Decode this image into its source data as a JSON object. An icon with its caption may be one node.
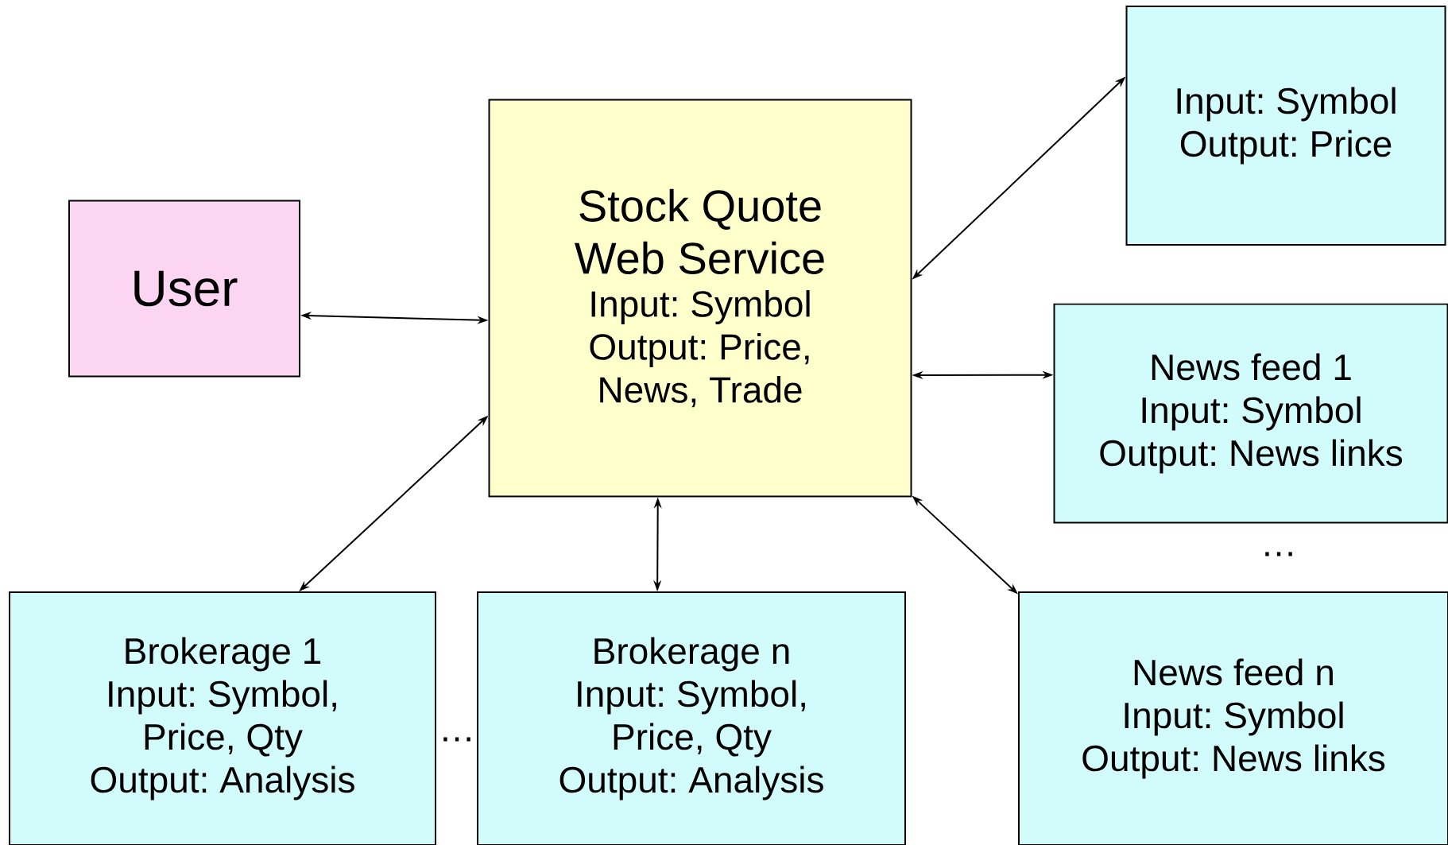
{
  "diagram": {
    "nodes": [
      {
        "text": [
          "User"
        ]
      },
      {
        "text": [
          "Stock Quote Web Service",
          "Input: Symbol",
          "Output: Price, News, Trade"
        ]
      },
      {
        "text": [
          "Input: Symbol",
          "Output: Price"
        ]
      },
      {
        "text": [
          "News feed 1",
          "Input: Symbol",
          "Output: News links"
        ]
      },
      {
        "text": [
          "News feed n",
          "Input: Symbol",
          "Output: News links"
        ]
      },
      {
        "text": [
          "Brokerage 1",
          "Input: Symbol, Price, Qty",
          "Output: Analysis"
        ]
      },
      {
        "text": [
          "Brokerage n",
          "Input: Symbol, Price, Qty",
          "Output: Analysis"
        ]
      }
    ],
    "edges": [
      {
        "from": 0,
        "to": 1,
        "arrow": "both"
      },
      {
        "from": 1,
        "to": 2,
        "arrow": "both"
      },
      {
        "from": 1,
        "to": 3,
        "arrow": "both"
      },
      {
        "from": 1,
        "to": 4,
        "arrow": "both"
      },
      {
        "from": 1,
        "to": 6,
        "arrow": "both"
      },
      {
        "from": 1,
        "to": 5,
        "arrow": "both"
      }
    ],
    "labels": [
      "…",
      "…"
    ]
  }
}
